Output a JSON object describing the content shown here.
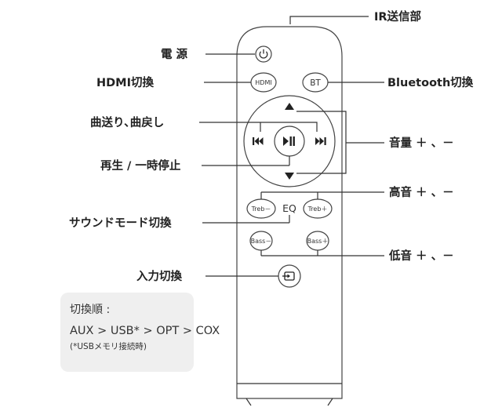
{
  "labels": {
    "ir": "IR送信部",
    "power": "電 源",
    "hdmi": "HDMI切換",
    "bluetooth": "Bluetooth切換",
    "track": "曲送り､曲戻し",
    "volume": "音量 ＋ 、－",
    "play": "再生 / 一時停止",
    "treble": "高音 ＋ 、－",
    "sound_mode": "サウンドモード切換",
    "bass": "低音 ＋ 、－",
    "input": "入力切換"
  },
  "buttons": {
    "hdmi": "HDMI",
    "bt": "BT",
    "treb_minus": "Treb－",
    "eq": "EQ",
    "treb_plus": "Treb＋",
    "bass_minus": "Bass－",
    "bass_plus": "Bass＋"
  },
  "info": {
    "title": "切換順 :",
    "order": "AUX > USB* > OPT > COX",
    "note": "(*USBメモリ接続時)"
  },
  "icons": {
    "power": "power-icon",
    "up": "triangle-up-icon",
    "down": "triangle-down-icon",
    "prev": "skip-previous-icon",
    "next": "skip-next-icon",
    "play_pause": "play-pause-icon",
    "input": "input-source-icon"
  }
}
